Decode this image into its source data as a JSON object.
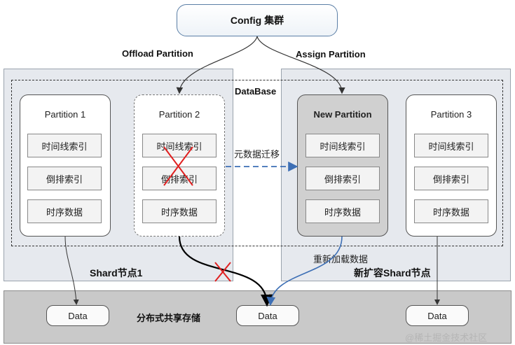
{
  "config": {
    "label": "Config 集群"
  },
  "arrows": {
    "offload": "Offload Partition",
    "assign": "Assign Partition"
  },
  "database_label": "DataBase",
  "partitions": [
    {
      "title": "Partition 1",
      "items": [
        "时间线索引",
        "倒排索引",
        "时序数据"
      ]
    },
    {
      "title": "Partition 2",
      "items": [
        "时间线索引",
        "倒排索引",
        "时序数据"
      ]
    },
    {
      "title": "New Partition",
      "items": [
        "时间线索引",
        "倒排索引",
        "时序数据"
      ]
    },
    {
      "title": "Partition 3",
      "items": [
        "时间线索引",
        "倒排索引",
        "时序数据"
      ]
    }
  ],
  "migration_label": "元数据迁移",
  "reload_label": "重新加载数据",
  "shard1_label": "Shard节点1",
  "new_shard_label": "新扩容Shard节点",
  "storage_label": "分布式共享存储",
  "data_nodes": [
    "Data",
    "Data",
    "Data"
  ],
  "watermark": "@稀土掘金技术社区",
  "colors": {
    "migration_arrow": "#3d6fb5",
    "cross_mark": "#e02020",
    "shard_bg": "#e6e9ee",
    "storage_bg": "#c9c9c9"
  }
}
